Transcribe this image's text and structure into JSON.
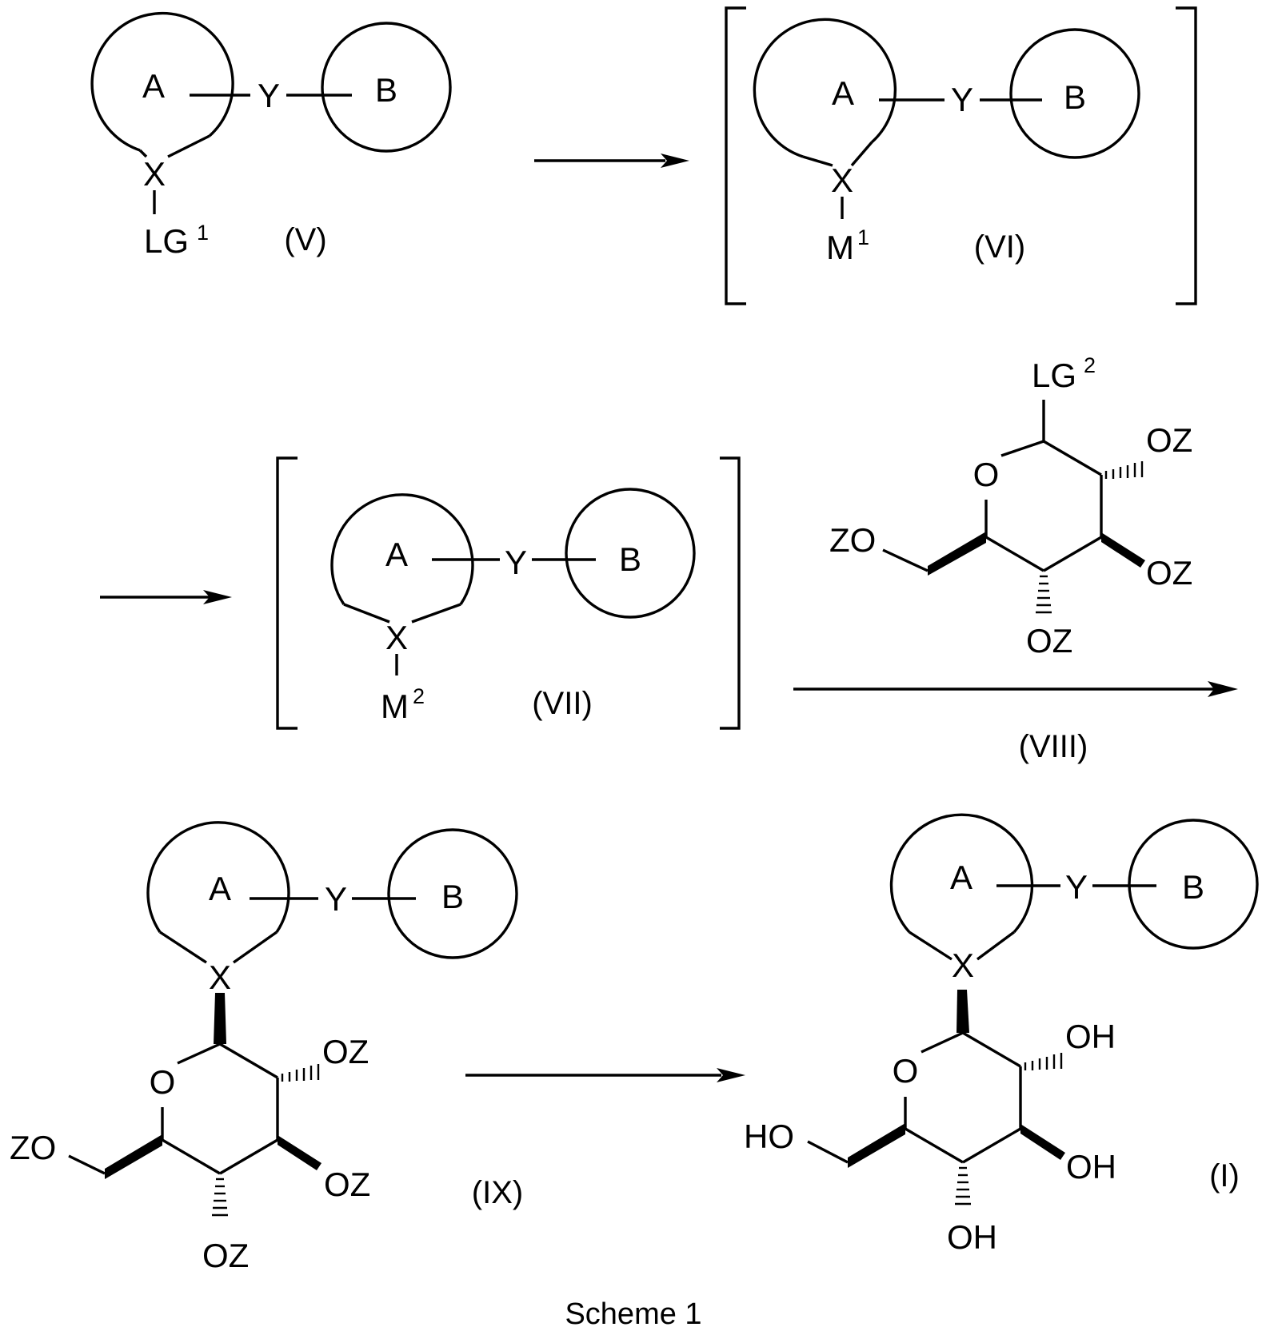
{
  "atoms": {
    "ring_a": "A",
    "ring_b": "B",
    "linker": "Y",
    "hetero": "X",
    "ring_o": "O",
    "oz": "OZ",
    "zo": "ZO",
    "oh": "OH",
    "ho": "HO",
    "lg": "LG",
    "m": "M"
  },
  "superscripts": {
    "lg1": "1",
    "lg2": "2",
    "m1": "1",
    "m2": "2"
  },
  "compounds": {
    "V": "(V)",
    "VI": "(VI)",
    "VII": "(VII)",
    "VIII": "(VIII)",
    "IX": "(IX)",
    "I": "(I)"
  },
  "caption": "Scheme 1"
}
